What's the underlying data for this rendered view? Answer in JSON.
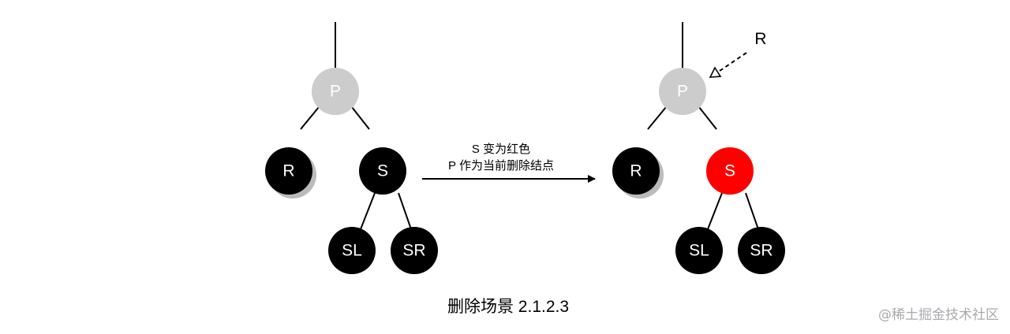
{
  "left_tree": {
    "nodes": {
      "p": {
        "label": "P",
        "color": "#cccccc"
      },
      "r": {
        "label": "R",
        "color": "#000000"
      },
      "s": {
        "label": "S",
        "color": "#000000"
      },
      "sl": {
        "label": "SL",
        "color": "#000000"
      },
      "sr": {
        "label": "SR",
        "color": "#000000"
      }
    }
  },
  "right_tree": {
    "nodes": {
      "p": {
        "label": "P",
        "color": "#cccccc"
      },
      "r": {
        "label": "R",
        "color": "#000000"
      },
      "s": {
        "label": "S",
        "color": "#ff0000"
      },
      "sl": {
        "label": "SL",
        "color": "#000000"
      },
      "sr": {
        "label": "SR",
        "color": "#000000"
      }
    },
    "pointer_label": "R"
  },
  "transition": {
    "line1": "S 变为红色",
    "line2": "P 作为当前删除结点"
  },
  "caption": "删除场景 2.1.2.3",
  "watermark": "@稀土掘金技术社区",
  "colors": {
    "shadow": "#bbbbbb"
  }
}
